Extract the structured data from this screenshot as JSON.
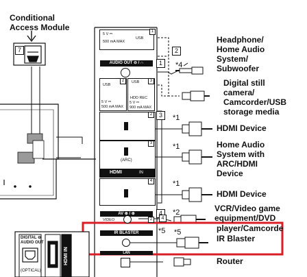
{
  "labels": {
    "cam_title_line1": "Conditional",
    "cam_title_line2": "Access Module",
    "headphone": [
      "Headphone/",
      "Home Audio",
      "System/",
      "Subwoofer"
    ],
    "digital_camera": [
      "Digital still",
      "camera/",
      "Camcorder/USB",
      "storage media"
    ],
    "hdmi_device_1": "HDMI Device",
    "home_audio_arc": [
      "Home Audio",
      "System with",
      "ARC/HDMI",
      "Device"
    ],
    "hdmi_device_2": "HDMI Device",
    "vcr": [
      "VCR/Video game",
      "equipment/DVD",
      "player/Camcorde"
    ],
    "ir_blaster": "IR Blaster",
    "router": "Router"
  },
  "numbers": {
    "cam": "7",
    "usb_top": "1",
    "audio_out": "1",
    "usb_cable": "2",
    "hdmi_group": "3",
    "av": "4",
    "av_cable": "4"
  },
  "stars": {
    "headphone": "*4",
    "hdmi1": "*1",
    "arc": "*1",
    "hdmi2": "*1",
    "vcr": "*2",
    "ir_panel": "*5",
    "ir_cable": "*5"
  },
  "panel": {
    "usb1_line1": "5 V ⎓",
    "usb1_line2": "500 mA MAX",
    "usb1_icon": "USB",
    "usb1_port_no": "1",
    "audio_out": "AUDIO OUT ⊖ / ∩",
    "usb2_icon": "USB",
    "usb2_line1": "5 V ⎓",
    "usb2_line2": "500 mA MAX",
    "usb2_port_no": "2",
    "usb3_icon": "USB",
    "usb3_hdd": "HDD REC",
    "usb3_line1": "5 V ⎓",
    "usb3_line2": "900 mA MAX",
    "usb3_port_no": "3",
    "hdmi2_no": "2",
    "hdmi3_no": "3",
    "hdmi3_arc": "(ARC)",
    "hdmi4_no": "4",
    "hdmi_logo": "HDMI",
    "hdmi_in": "IN",
    "av_label": "AV ⊕ / ⊕",
    "video_label": "VIDEO",
    "av_port_no": "2",
    "ir_blaster": "IR BLASTER",
    "lan": "LAN"
  },
  "tv_side": {
    "digital_audio_out": "DIGITAL ⊖",
    "audio_out": "AUDIO OUT",
    "optical": "(OPTICAL)",
    "hdmi_vertical": "HDMI IN"
  },
  "highlight_color": "#d81e27"
}
